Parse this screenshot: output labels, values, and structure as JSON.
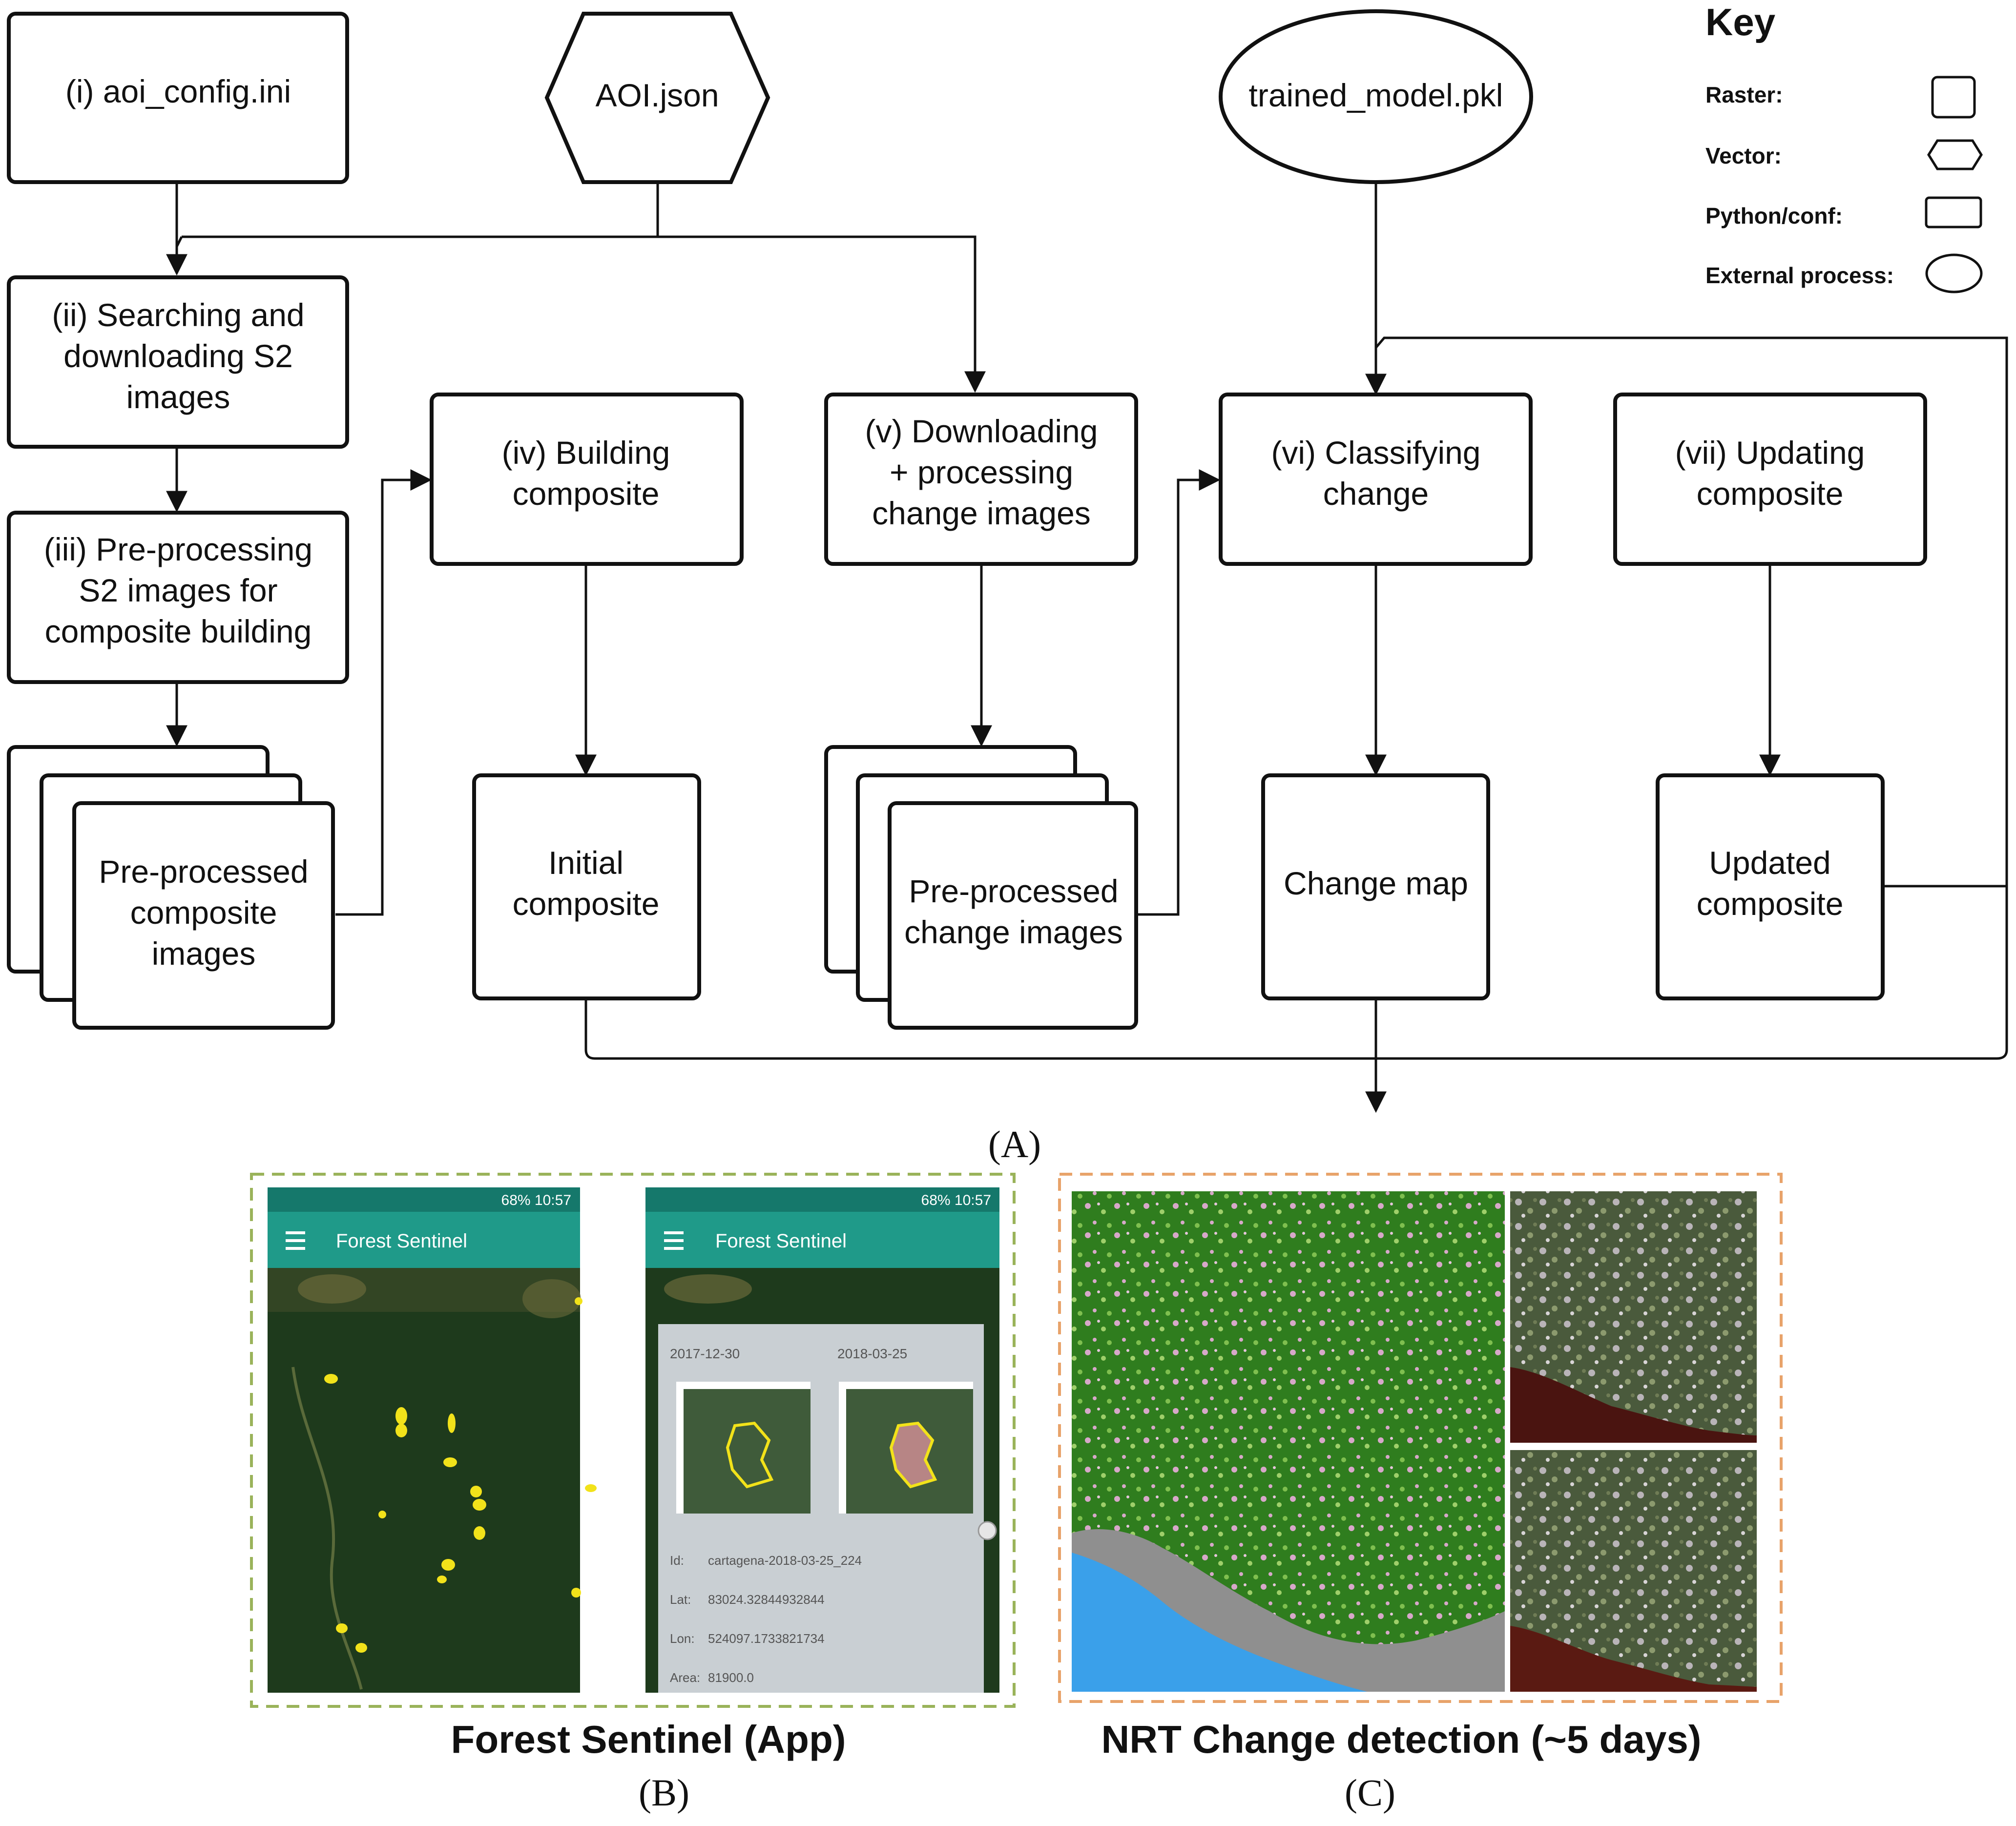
{
  "diagram": {
    "inputs": {
      "aoi_config": "(i) aoi_config.ini",
      "aoi_json": "AOI.json",
      "trained_model": "trained_model.pkl"
    },
    "steps": {
      "s2": [
        "(ii) Searching and",
        "downloading S2",
        "images"
      ],
      "s3": [
        "(iii) Pre-processing",
        "S2 images for",
        "composite building"
      ],
      "s4": [
        "(iv) Building",
        "composite"
      ],
      "s5": [
        "(v) Downloading",
        "+ processing",
        "change images"
      ],
      "s6": [
        "(vi) Classifying",
        "change"
      ],
      "s7": [
        "(vii) Updating",
        "composite"
      ]
    },
    "outputs": {
      "preproc_composite": [
        "Pre-processed",
        "composite",
        "images"
      ],
      "initial_composite": [
        "Initial",
        "composite"
      ],
      "preproc_change": [
        "Pre-processed",
        "change images"
      ],
      "change_map": "Change map",
      "updated_composite": [
        "Updated",
        "composite"
      ]
    },
    "key": {
      "title": "Key",
      "raster": "Raster:",
      "vector": "Vector:",
      "python_conf": "Python/conf:",
      "external": "External process:"
    },
    "caption_a": "(A)"
  },
  "panel_b": {
    "screen1": {
      "app_title": "Forest Sentinel",
      "status": "68% 10:57"
    },
    "screen2": {
      "app_title": "Forest Sentinel",
      "status": "68% 10:57",
      "date1": "2017-12-30",
      "date2": "2018-03-25",
      "id_label": "Id:",
      "id_value": "cartagena-2018-03-25_224",
      "lat_label": "Lat:",
      "lat_value": "83024.32844932844",
      "lon_label": "Lon:",
      "lon_value": "524097.1733821734",
      "area_label": "Area:",
      "area_value": "81900.0"
    },
    "subtitle": "Forest Sentinel (App)",
    "caption": "(B)"
  },
  "panel_c": {
    "subtitle": "NRT Change detection (~5 days)",
    "caption": "(C)"
  },
  "colors": {
    "app_bar": "#1f9a89",
    "forest_dark": "#1e3a1c",
    "alert_yellow": "#f2e21a",
    "map_green": "#2f7d1e",
    "water_blue": "#3aa0ea",
    "panel_b_border": "#9ab35a",
    "panel_c_border": "#e8a36a"
  }
}
